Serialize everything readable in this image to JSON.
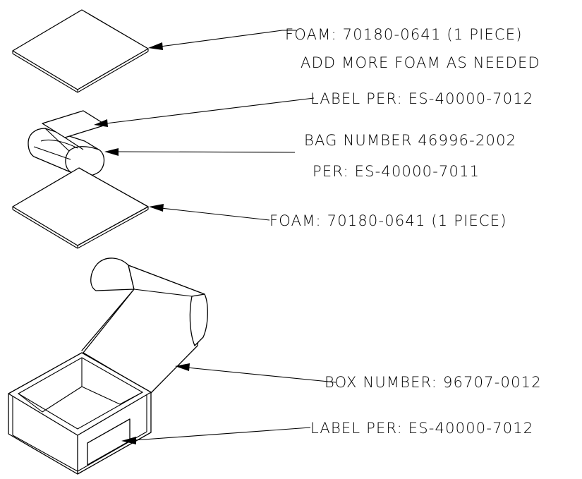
{
  "callouts": {
    "foam_top": "FOAM: 70180-0641 (1 PIECE)",
    "foam_note": "ADD MORE FOAM AS NEEDED",
    "label_bag": "LABEL PER: ES-40000-7012",
    "bag_number": "BAG NUMBER 46996-2002",
    "bag_spec": "PER: ES-40000-7011",
    "foam_bottom": "FOAM: 70180-0641 (1 PIECE)",
    "box_number": "BOX NUMBER: 96707-0012",
    "label_box": "LABEL PER: ES-40000-7012"
  }
}
